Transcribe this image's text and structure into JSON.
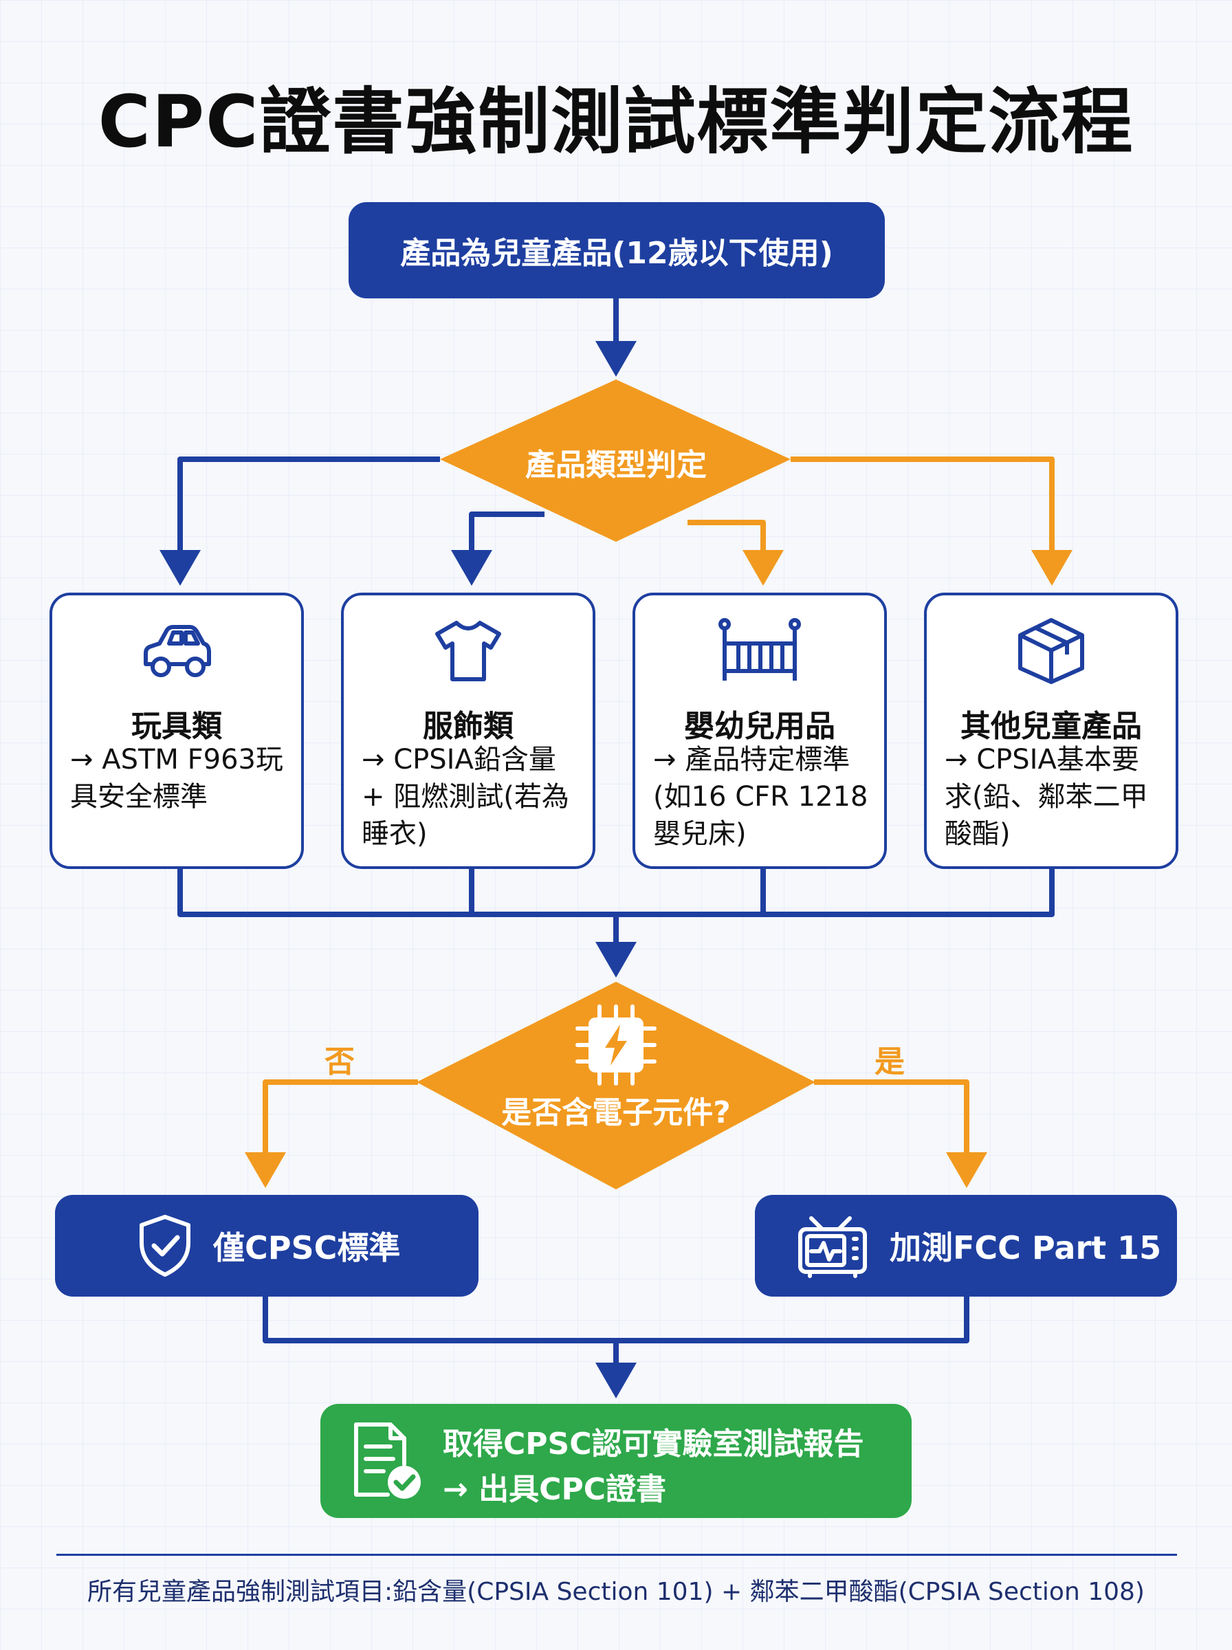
{
  "title": "CPC證書強制測試標準判定流程",
  "start": {
    "label": "產品為兒童產品(12歲以下使用)"
  },
  "decision_type": {
    "label": "產品類型判定"
  },
  "categories": [
    {
      "icon": "car-icon",
      "title": "玩具類",
      "body": "→ ASTM F963玩\n具安全標準"
    },
    {
      "icon": "shirt-icon",
      "title": "服飾類",
      "body": "→ CPSIA鉛含量\n+ 阻燃測試(若為\n睡衣)"
    },
    {
      "icon": "crib-icon",
      "title": "嬰幼兒用品",
      "body": "→ 產品特定標準\n(如16 CFR 1218\n嬰兒床)"
    },
    {
      "icon": "box-icon",
      "title": "其他兒童產品",
      "body": "→ CPSIA基本要\n求(鉛、鄰苯二甲\n酸酯)"
    }
  ],
  "decision_electronic": {
    "label": "是否含電子元件?",
    "no_label": "否",
    "yes_label": "是",
    "icon": "chip-icon"
  },
  "results": {
    "no": {
      "label": "僅CPSC標準",
      "icon": "shield-check-icon"
    },
    "yes": {
      "label": "加測FCC Part 15",
      "icon": "radio-device-icon"
    }
  },
  "final": {
    "line1": "取得CPSC認可實驗室測試報告",
    "line2": "→ 出具CPC證書",
    "icon": "document-check-icon"
  },
  "footer": "所有兒童產品強制測試項目:鉛含量(CPSIA Section 101) + 鄰苯二甲酸酯(CPSIA Section 108)",
  "colors": {
    "blue": "#1e3fa0",
    "orange": "#f29a1f",
    "green": "#2ea84a"
  }
}
